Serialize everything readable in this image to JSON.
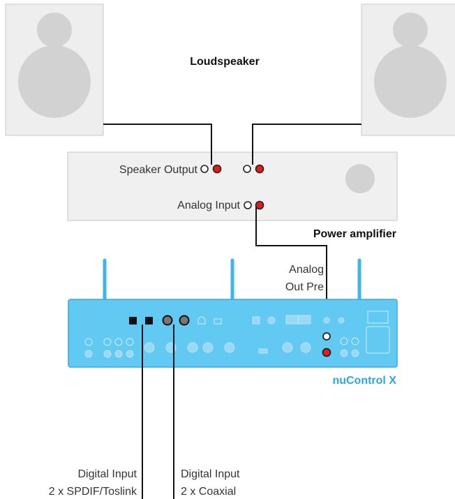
{
  "labels": {
    "loudspeaker": "Loudspeaker",
    "speaker_output": "Speaker Output",
    "analog_input": "Analog Input",
    "power_amplifier": "Power amplifier",
    "analog_out_pre_line1": "Analog",
    "analog_out_pre_line2": "Out Pre",
    "nucontrol": "nuControl X",
    "digital_input_left_line1": "Digital Input",
    "digital_input_left_line2": "2 x  SPDIF/Toslink",
    "digital_input_right_line1": "Digital Input",
    "digital_input_right_line2": "2 x Coaxial"
  },
  "colors": {
    "speaker_box": "#eeeeee",
    "speaker_cone": "#d2d2d2",
    "amp_box": "#f0f0f0",
    "nucontrol_body": "#62c9f3",
    "antenna": "#3fb6ea",
    "nucontrol_label": "#2aa8e0",
    "red_terminal": "#e41b1b",
    "cable": "#111111"
  }
}
